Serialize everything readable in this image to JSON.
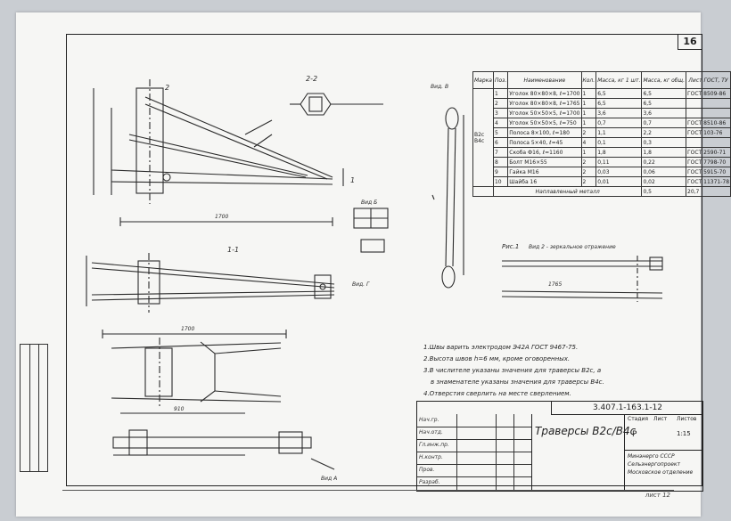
{
  "sheet": {
    "number": "16"
  },
  "drawing": {
    "section_2_2": "2-2",
    "section_1_1": "1-1",
    "view_b": "Вид Б",
    "view_a": "Вид А",
    "view_v": "Вид. В",
    "view_g": "Вид. Г",
    "marks": [
      "1",
      "2",
      "Б",
      "А",
      "Г"
    ],
    "dims": [
      "1700",
      "1700",
      "1765",
      "910"
    ],
    "fig1": "Рис.1",
    "fig1_caption": "Вид 2 - зеркальное отражение"
  },
  "spec": {
    "headers": [
      "Марка",
      "Поз.",
      "Наименование",
      "Кол.",
      "Масса, кг 1 шт.",
      "Масса, кг общ.",
      "Лист ГОСТ, ТУ"
    ],
    "mark": "В2с В4с",
    "rows": [
      {
        "pos": "1",
        "name": "Уголок 80×80×8, ℓ=1700",
        "qty": "1",
        "m1": "6,5",
        "m2": "6,5",
        "std": "ГОСТ 8509-86"
      },
      {
        "pos": "2",
        "name": "Уголок 80×80×8, ℓ=1765",
        "qty": "1",
        "m1": "6,5",
        "m2": "6,5",
        "std": ""
      },
      {
        "pos": "3",
        "name": "Уголок 50×50×5, ℓ=1700",
        "qty": "1",
        "m1": "3,6",
        "m2": "3,6",
        "std": ""
      },
      {
        "pos": "4",
        "name": "Уголок 50×50×5, ℓ=750",
        "qty": "1",
        "m1": "0,7",
        "m2": "0,7",
        "std": "ГОСТ 8510-86"
      },
      {
        "pos": "5",
        "name": "Полоса 8×100, ℓ=180",
        "qty": "2",
        "m1": "1,1",
        "m2": "2,2",
        "std": "ГОСТ 103-76"
      },
      {
        "pos": "6",
        "name": "Полоса 5×40, ℓ=45",
        "qty": "4",
        "m1": "0,1",
        "m2": "0,3",
        "std": ""
      },
      {
        "pos": "7",
        "name": "Скоба Ф16, ℓ=1160",
        "qty": "1",
        "m1": "1,8",
        "m2": "1,8",
        "std": "ГОСТ 2590-71"
      },
      {
        "pos": "8",
        "name": "Болт М16×55",
        "qty": "2",
        "m1": "0,11",
        "m2": "0,22",
        "std": "ГОСТ 7798-70"
      },
      {
        "pos": "9",
        "name": "Гайка М16",
        "qty": "2",
        "m1": "0,03",
        "m2": "0,06",
        "std": "ГОСТ 5915-70"
      },
      {
        "pos": "10",
        "name": "Шайба 16",
        "qty": "2",
        "m1": "0,01",
        "m2": "0,02",
        "std": "ГОСТ 11371-78"
      }
    ],
    "total_mass": "20,7",
    "weld_row_label": "Наплавленный металл",
    "weld_row_value": "0,5"
  },
  "notes": [
    "1.Швы варить электродом Э42А ГОСТ 9467-75.",
    "2.Высота швов h=6 мм, кроме оговоренных.",
    "3.В числителе указаны значения для траверсы В2с, а",
    "в знаменателе указаны значения для траверсы В4с.",
    "4.Отверстия сверлить на месте сверлением."
  ],
  "titleblock": {
    "code": "3.407.1-163.1-12",
    "title": "Траверсы В2с/В4с",
    "stage_label": "Стадия",
    "sheet_label": "Лист",
    "sheets_label": "Листов",
    "stage": "Р",
    "scale": "1:15",
    "org_lines": [
      "Минэнерго СССР",
      "Сельэнергопроект",
      "Московское отделение"
    ],
    "signers": [
      "Нач.отд.",
      "Гл.инж.пр.",
      "Н.контр.",
      "Пров.",
      "Разраб.",
      "Нач.гр."
    ]
  },
  "footer_tag": "лист 12"
}
